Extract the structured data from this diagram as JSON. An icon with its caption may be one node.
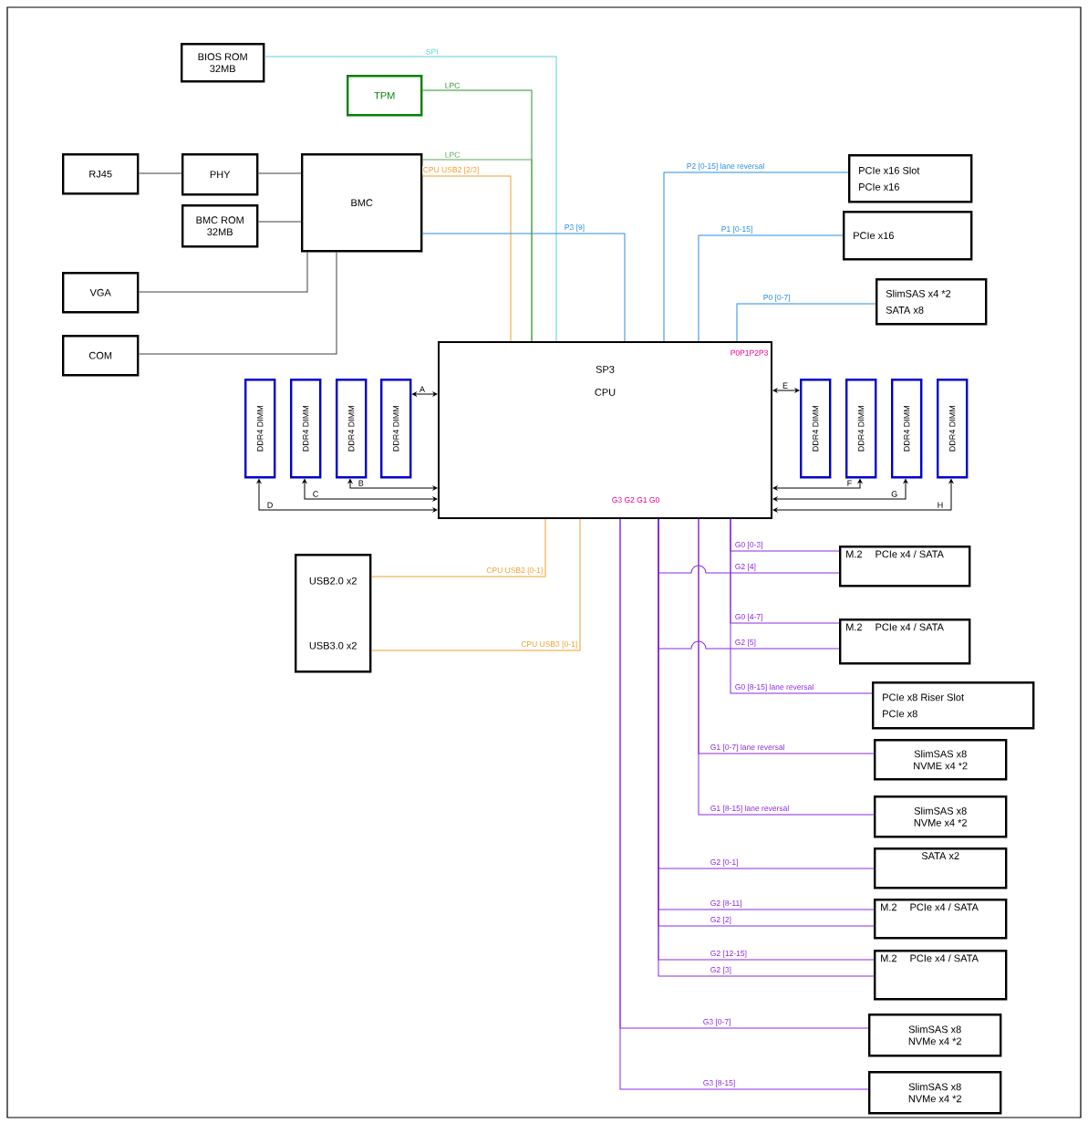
{
  "diagram": {
    "nodes": [
      {
        "text": [
          "BIOS ROM 32MB"
        ]
      },
      {
        "text": [
          "TPM"
        ]
      },
      {
        "text": [
          "RJ45"
        ]
      },
      {
        "text": [
          "PHY"
        ]
      },
      {
        "text": [
          "BMC ROM 32MB"
        ]
      },
      {
        "text": [
          "BMC"
        ]
      },
      {
        "text": [
          "VGA"
        ]
      },
      {
        "text": [
          "COM"
        ]
      },
      {
        "text": [
          "SP3",
          "CPU"
        ]
      },
      {
        "text": [
          "PCIe x16 Slot",
          "PCIe x16"
        ]
      },
      {
        "text": [
          "PCIe x16"
        ]
      },
      {
        "text": [
          "SlimSAS x4 *2",
          "SATA x8"
        ]
      },
      {
        "text": [
          "DDR4 DIMM"
        ]
      },
      {
        "text": [
          "DDR4 DIMM"
        ]
      },
      {
        "text": [
          "DDR4 DIMM"
        ]
      },
      {
        "text": [
          "DDR4 DIMM"
        ]
      },
      {
        "text": [
          "DDR4 DIMM"
        ]
      },
      {
        "text": [
          "DDR4 DIMM"
        ]
      },
      {
        "text": [
          "DDR4 DIMM"
        ]
      },
      {
        "text": [
          "DDR4 DIMM"
        ]
      },
      {
        "text": [
          "USB2.0 x2",
          "USB3.0 x2"
        ]
      },
      {
        "text": [
          "M.2",
          "PCIe x4 / SATA"
        ]
      },
      {
        "text": [
          "M.2",
          "PCIe x4 / SATA"
        ]
      },
      {
        "text": [
          "PCIe x8 Riser Slot",
          "PCIe x8"
        ]
      },
      {
        "text": [
          "SlimSAS x8 NVME x4 *2"
        ]
      },
      {
        "text": [
          "SlimSAS x8 NVMe x4 *2"
        ]
      },
      {
        "text": [
          "SATA x2"
        ]
      },
      {
        "text": [
          "M.2",
          "PCIe x4 / SATA"
        ]
      },
      {
        "text": [
          "M.2",
          "PCIe x4 / SATA"
        ]
      },
      {
        "text": [
          "SlimSAS x8 NVMe x4 *2"
        ]
      },
      {
        "text": [
          "SlimSAS x8 NVMe x4 *2"
        ]
      }
    ],
    "edges": [
      {
        "from": 0,
        "to": 8,
        "arrow": "none",
        "label": "SPI",
        "color": "#5ed0e6"
      },
      {
        "from": 1,
        "to": 8,
        "arrow": "none",
        "label": "LPC",
        "color": "#2f8f2f"
      },
      {
        "from": 5,
        "to": 8,
        "arrow": "none",
        "label": "LPC",
        "color": "#5aaa5a"
      },
      {
        "from": 5,
        "to": 8,
        "arrow": "none",
        "label": "CPU USB2 [2/3]",
        "color": "#f0a030"
      },
      {
        "from": 5,
        "to": 8,
        "arrow": "none",
        "label": "P3 [9]",
        "color": "#2b8ee0"
      },
      {
        "from": 8,
        "to": 9,
        "arrow": "none",
        "label": "P2 [0-15] lane reversal",
        "color": "#2b8ee0"
      },
      {
        "from": 8,
        "to": 10,
        "arrow": "none",
        "label": "P1 [0-15]",
        "color": "#2b8ee0"
      },
      {
        "from": 8,
        "to": 11,
        "arrow": "none",
        "label": "P0 [0-7]",
        "color": "#2b8ee0"
      },
      {
        "from": 2,
        "to": 3,
        "arrow": "none",
        "color": "#404040"
      },
      {
        "from": 3,
        "to": 5,
        "arrow": "none",
        "color": "#404040"
      },
      {
        "from": 4,
        "to": 5,
        "arrow": "none",
        "color": "#404040"
      },
      {
        "from": 6,
        "to": 5,
        "arrow": "none",
        "color": "#404040"
      },
      {
        "from": 7,
        "to": 5,
        "arrow": "none",
        "color": "#404040"
      },
      {
        "from": 8,
        "to": 15,
        "arrow": "both",
        "label": "A",
        "color": "#000000"
      },
      {
        "from": 8,
        "to": 14,
        "arrow": "both",
        "label": "B",
        "color": "#000000"
      },
      {
        "from": 8,
        "to": 13,
        "arrow": "both",
        "label": "C",
        "color": "#000000"
      },
      {
        "from": 8,
        "to": 12,
        "arrow": "both",
        "label": "D",
        "color": "#000000"
      },
      {
        "from": 8,
        "to": 16,
        "arrow": "both",
        "label": "E",
        "color": "#000000"
      },
      {
        "from": 8,
        "to": 17,
        "arrow": "both",
        "label": "F",
        "color": "#000000"
      },
      {
        "from": 8,
        "to": 18,
        "arrow": "both",
        "label": "G",
        "color": "#000000"
      },
      {
        "from": 8,
        "to": 19,
        "arrow": "both",
        "label": "H",
        "color": "#000000"
      },
      {
        "from": 8,
        "to": 20,
        "arrow": "none",
        "label": "CPU USB2 [0-1]",
        "color": "#f0a030"
      },
      {
        "from": 8,
        "to": 20,
        "arrow": "none",
        "label": "CPU USB3 [0-1]",
        "color": "#f0a030"
      },
      {
        "from": 8,
        "to": 21,
        "arrow": "none",
        "label": "G0 [0-3]",
        "color": "#8b2be2"
      },
      {
        "from": 8,
        "to": 21,
        "arrow": "none",
        "label": "G2 [4]",
        "color": "#8b2be2"
      },
      {
        "from": 8,
        "to": 22,
        "arrow": "none",
        "label": "G0 [4-7]",
        "color": "#8b2be2"
      },
      {
        "from": 8,
        "to": 22,
        "arrow": "none",
        "label": "G2 [5]",
        "color": "#8b2be2"
      },
      {
        "from": 8,
        "to": 23,
        "arrow": "none",
        "label": "G0 [8-15] lane reversal",
        "color": "#8b2be2"
      },
      {
        "from": 8,
        "to": 24,
        "arrow": "none",
        "label": "G1 [0-7] lane reversal",
        "color": "#8b2be2"
      },
      {
        "from": 8,
        "to": 25,
        "arrow": "none",
        "label": "G1 [8-15] lane reversal",
        "color": "#8b2be2"
      },
      {
        "from": 8,
        "to": 26,
        "arrow": "none",
        "label": "G2 [0-1]",
        "color": "#8b2be2"
      },
      {
        "from": 8,
        "to": 27,
        "arrow": "none",
        "label": "G2 [8-11]",
        "color": "#8b2be2"
      },
      {
        "from": 8,
        "to": 27,
        "arrow": "none",
        "label": "G2 [2]",
        "color": "#8b2be2"
      },
      {
        "from": 8,
        "to": 28,
        "arrow": "none",
        "label": "G2 [12-15]",
        "color": "#8b2be2"
      },
      {
        "from": 8,
        "to": 28,
        "arrow": "none",
        "label": "G2 [3]",
        "color": "#8b2be2"
      },
      {
        "from": 8,
        "to": 29,
        "arrow": "none",
        "label": "G3 [0-7]",
        "color": "#8b2be2"
      },
      {
        "from": 8,
        "to": 30,
        "arrow": "none",
        "label": "G3 [8-15]",
        "color": "#8b2be2"
      }
    ],
    "labels": [
      "P0P1P2P3",
      "G3 G2 G1 G0"
    ]
  }
}
